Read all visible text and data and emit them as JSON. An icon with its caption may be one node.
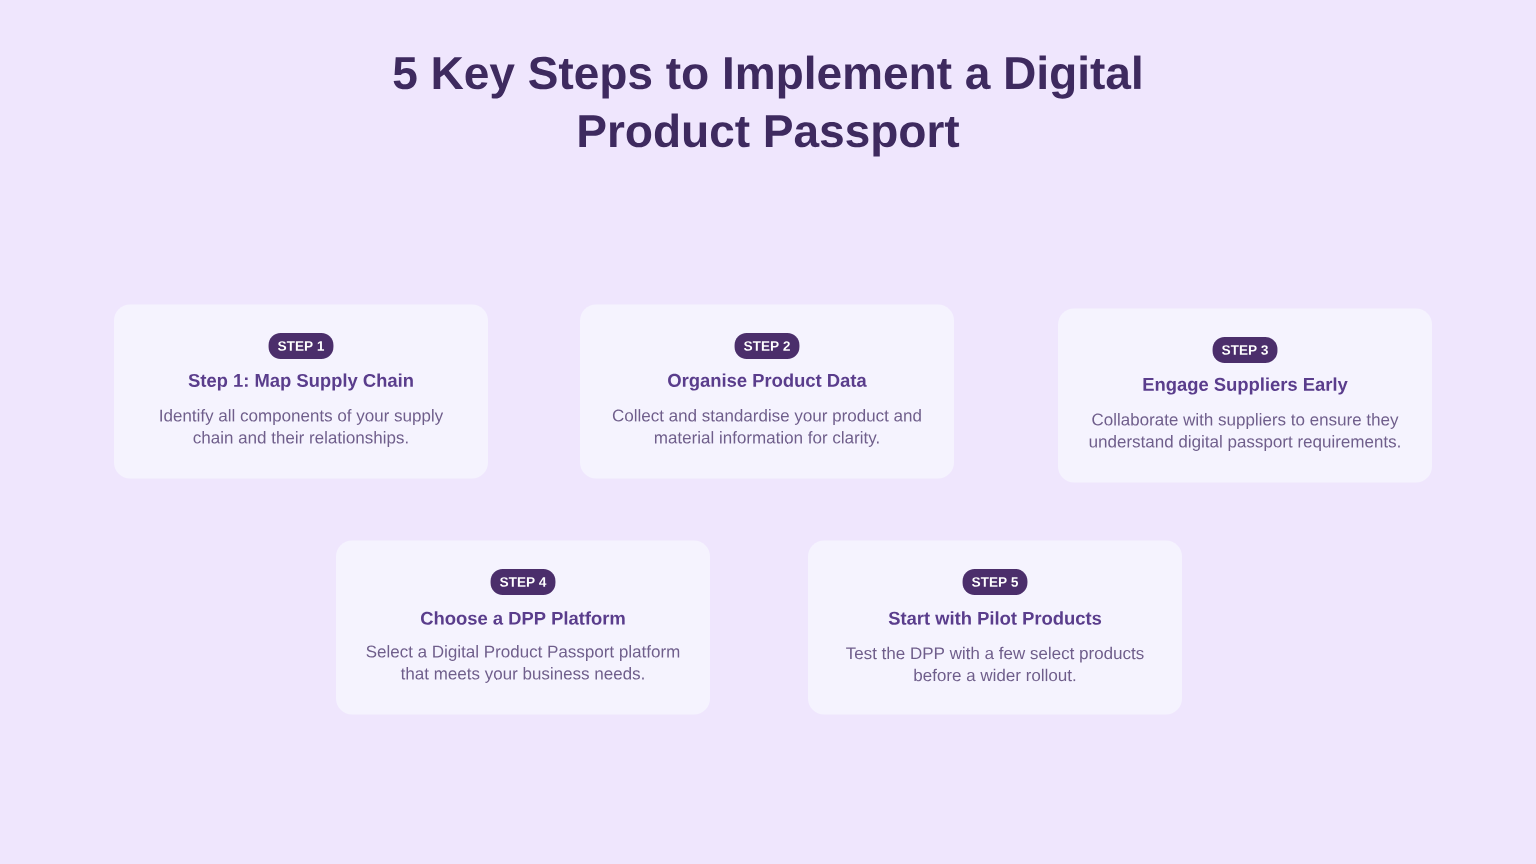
{
  "diagram": {
    "title": "5 Key Steps to Implement a Digital Product Passport",
    "nodes": [
      {
        "text": [
          "Step 1: Map Supply Chain",
          "Identify all components of your supply chain and their relationships."
        ]
      },
      {
        "text": [
          "STEP 1"
        ],
        "in": 0
      },
      {
        "text": [
          "Organise Product Data",
          "Collect and standardise your product and material information for clarity."
        ]
      },
      {
        "text": [
          "STEP 2"
        ],
        "in": 2
      },
      {
        "text": [
          "Engage Suppliers Early",
          "Collaborate with suppliers to ensure they understand digital passport requirements."
        ]
      },
      {
        "text": [
          "STEP 3"
        ],
        "in": 4
      },
      {
        "text": [
          "Choose a DPP Platform",
          "Select a Digital Product Passport platform that meets your business needs."
        ]
      },
      {
        "text": [
          "STEP 4"
        ],
        "in": 6
      },
      {
        "text": [
          "Start with Pilot Products",
          "Test the DPP with a few select products before a wider rollout."
        ]
      },
      {
        "text": [
          "STEP 5"
        ],
        "in": 8
      }
    ],
    "edges": []
  }
}
